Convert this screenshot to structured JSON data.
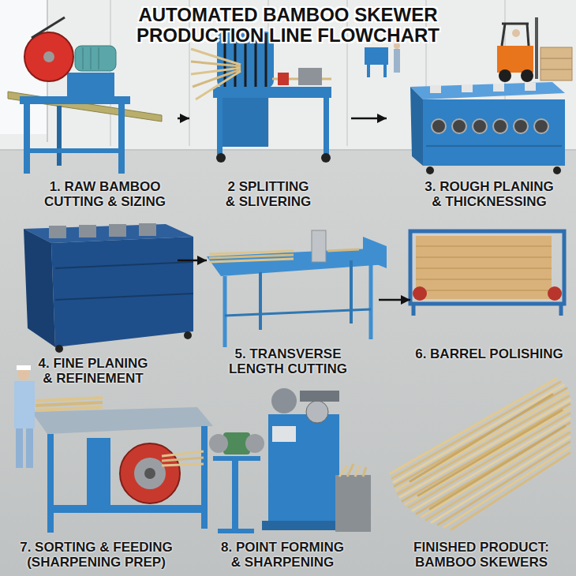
{
  "diagram": {
    "title": "AUTOMATED BAMBOO SKEWER PRODUCTION LINE FLOWCHART",
    "nodes": [
      {
        "text": [
          "1. RAW BAMBOO CUTTING & SIZING"
        ]
      },
      {
        "text": [
          "2 SPLITTING & SLIVERING"
        ]
      },
      {
        "text": [
          "3. ROUGH PLANING & THICKNESSING"
        ]
      },
      {
        "text": [
          "4. FINE PLANING & REFINEMENT"
        ]
      },
      {
        "text": [
          "5. TRANSVERSE LENGTH CUTTING"
        ]
      },
      {
        "text": [
          "6. BARREL POLISHING"
        ]
      },
      {
        "text": [
          "7. SORTING & FEEDING (SHARPENING PREP)"
        ]
      },
      {
        "text": [
          "8. POINT FORMING & SHARPENING"
        ]
      },
      {
        "text": [
          "FINISHED PRODUCT: BAMBOO SKEWERS"
        ]
      }
    ],
    "edges": [
      {
        "from": 0,
        "to": 1,
        "arrow": "to"
      },
      {
        "from": 1,
        "to": 2,
        "arrow": "to"
      },
      {
        "from": 3,
        "to": 4,
        "arrow": "to"
      },
      {
        "from": 4,
        "to": 5,
        "arrow": "to"
      }
    ]
  }
}
